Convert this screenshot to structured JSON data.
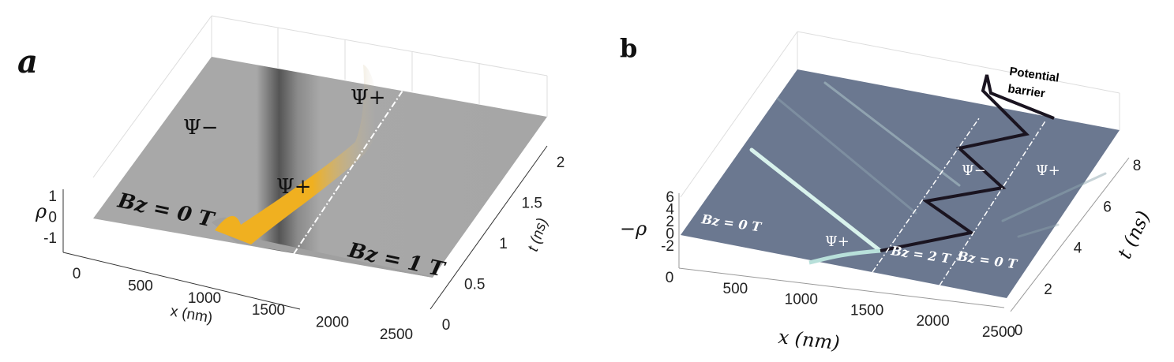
{
  "chart_data": [
    {
      "panel": "a",
      "type": "surface",
      "xlabel": "x  (nm)",
      "ylabel": "t  (ns)",
      "zlabel": "ρ",
      "xlim": [
        0,
        2500
      ],
      "ylim": [
        0,
        2
      ],
      "zlim": [
        -1.5,
        1.5
      ],
      "x_ticks": [
        "0",
        "500",
        "1000",
        "1500",
        "2000",
        "2500"
      ],
      "y_ticks": [
        "0",
        "0.5",
        "1",
        "1.5",
        "2"
      ],
      "z_ticks": [
        "1",
        "0",
        "-1"
      ],
      "colors": {
        "surface": "#a6a6a6",
        "highlight": "#f0b020",
        "dark": "#555555"
      },
      "annotations": {
        "psi_minus": "Ψ−",
        "psi_plus_top": "Ψ+",
        "psi_plus_mid": "Ψ+",
        "bz_left": "Bz = 0 T",
        "bz_right": "Bz = 1 T"
      },
      "boundary_x": 1650
    },
    {
      "panel": "b",
      "type": "surface",
      "xlabel": "x (nm)",
      "ylabel": "t (ns)",
      "zlabel": "−ρ",
      "xlim": [
        0,
        2500
      ],
      "ylim": [
        0,
        8
      ],
      "zlim": [
        -3,
        7
      ],
      "x_ticks": [
        "0",
        "500",
        "1000",
        "1500",
        "2000",
        "2500"
      ],
      "y_ticks": [
        "0",
        "2",
        "4",
        "6",
        "8"
      ],
      "z_ticks": [
        "6",
        "4",
        "2",
        "0",
        "-2"
      ],
      "colors": {
        "surface": "#6b7890",
        "highlight": "#cfeee8",
        "dark": "#1a1420"
      },
      "annotations": {
        "barrier_line1": "Potential",
        "barrier_line2": "barrier",
        "psi_minus": "Ψ−",
        "psi_plus_right": "Ψ+",
        "psi_plus_left": "Ψ+",
        "bz_left": "Bz = 0 T",
        "bz_mid": "Bz = 2 T",
        "bz_right": "Bz = 0 T"
      },
      "boundary_x": [
        1500,
        2000
      ]
    }
  ],
  "panel_labels": {
    "a": "a",
    "b": "b"
  }
}
